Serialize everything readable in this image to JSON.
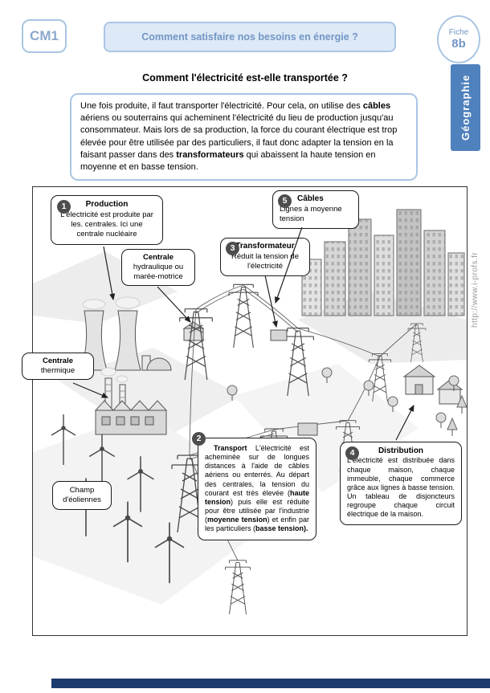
{
  "header": {
    "level": "CM1",
    "banner": "Comment satisfaire nos besoins en énergie ?",
    "fiche_label": "Fiche",
    "fiche_number": "8b",
    "subject": "Géographie"
  },
  "title": "Comment l'électricité est-elle transportée ?",
  "intro": {
    "p1": "Une fois produite, il faut transporter l'électricité. Pour cela, on utilise des ",
    "b1": "câbles",
    "p2": " aériens ou souterrains qui acheminent l'électricité du lieu de production jusqu'au consommateur. Mais lors de sa production, la force du courant électrique est trop élevée pour être utilisée par des particuliers, il faut donc adapter la tension en la faisant passer dans des ",
    "b2": "transformateurs",
    "p3": " qui abaissent la haute tension en moyenne et en basse tension."
  },
  "callouts": {
    "production": {
      "number": "1",
      "title": "Production",
      "body": "L'électricité est produite par les. centrales. Ici une centrale nucléaire"
    },
    "cables": {
      "number": "5",
      "title": "Câbles",
      "body": "Lignes à moyenne tension"
    },
    "transformateur": {
      "number": "3",
      "title": "Transformateur",
      "body": "Réduit la tension de l'électricité"
    },
    "transport": {
      "number": "2",
      "title": "Transport",
      "p1": " L'électricité est acheminée sur de longues distances à l'aide de câbles aériens ou enterrés. Au départ des centrales, la tension du courant est très élevée (",
      "b1": "haute tension",
      "p2": ") puis elle est réduite pour être utilisée par l'industrie (",
      "b2": "moyenne tension",
      "p3": ") et enfin par les particuliers (",
      "b3": "basse tension)."
    },
    "distribution": {
      "number": "4",
      "title": "Distribution",
      "body": "L'électricité est distribuée dans chaque maison, chaque immeuble, chaque commerce grâce aux lignes à basse tension. Un tableau de disjoncteurs regroupe chaque circuit électrique de la maison."
    }
  },
  "labels": {
    "hydraulique": {
      "title": "Centrale",
      "body": "hydraulique ou marée-motrice"
    },
    "thermique": {
      "title": "Centrale",
      "body": "thermique"
    },
    "eoliennes": {
      "line1": "Champ",
      "line2": "d'éoliennes"
    }
  },
  "site": "http://www.i-profs.fr",
  "colors": {
    "accent_blue": "#4f81bd",
    "light_blue_border": "#aac6e4",
    "light_blue_fill": "#dde9f6",
    "footer_navy": "#1e3b6e",
    "badge_gray": "#4d4d4d"
  }
}
